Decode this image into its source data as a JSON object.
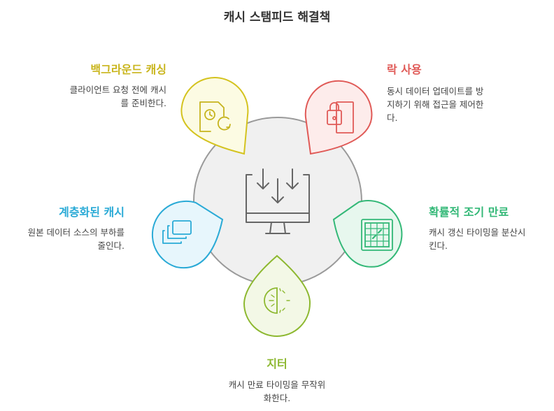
{
  "title": "캐시 스탬피드 해결책",
  "colors": {
    "yellow": "#D4C31F",
    "red": "#E05A57",
    "cyan": "#2AAAD6",
    "green": "#33B877",
    "lime": "#8DB830",
    "center_stroke": "#9A9A9A"
  },
  "icons": {
    "center": "monitor-download-icon",
    "background_caching": "file-refresh-icon",
    "lock_usage": "lock-icon",
    "hierarchical_cache": "layers-icon",
    "probabilistic_early_expiry": "board-icon",
    "jitter": "half-circle-icon"
  },
  "nodes": {
    "background_caching": {
      "heading": "백그라운드 캐싱",
      "desc": [
        "클라이언트 요청 전에 캐시",
        "를 준비한다."
      ]
    },
    "lock_usage": {
      "heading": "락 사용",
      "desc": [
        "동시 데이터 업데이트를 방",
        "지하기 위해 접근을 제어한",
        "다."
      ]
    },
    "hierarchical_cache": {
      "heading": "계층화된 캐시",
      "desc": [
        "원본 데이터 소스의 부하를",
        "줄인다."
      ]
    },
    "probabilistic_early_expiry": {
      "heading": "확률적 조기 만료",
      "desc": [
        "캐시 갱신 타이밍을 분산시",
        "킨다."
      ]
    },
    "jitter": {
      "heading": "지터",
      "desc": [
        "캐시 만료 타이밍을 무작위",
        "화한다."
      ]
    }
  }
}
